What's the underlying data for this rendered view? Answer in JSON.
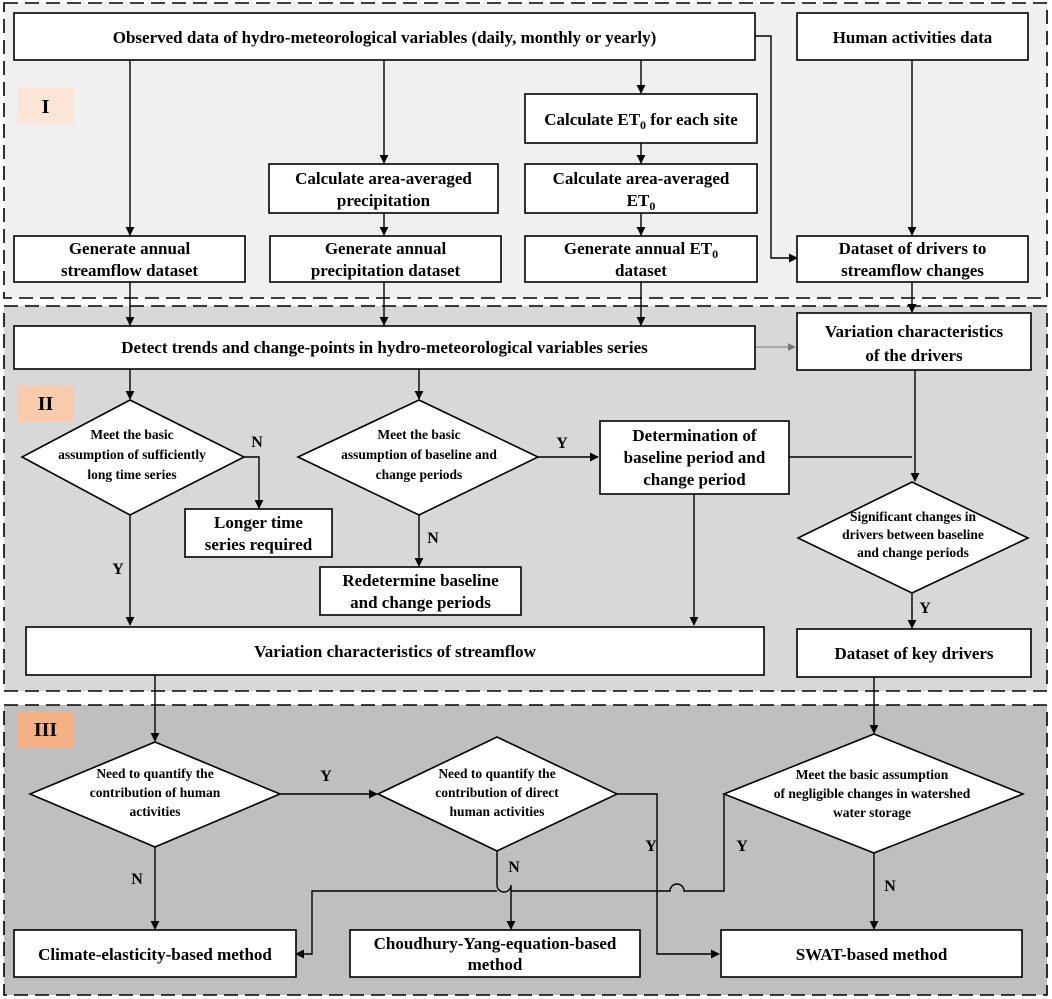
{
  "sections": {
    "s1": {
      "label": "I",
      "fill": "#f0f0f0",
      "badge": "#fbe5d6"
    },
    "s2": {
      "label": "II",
      "fill": "#d8d8d8",
      "badge": "#f8cbad"
    },
    "s3": {
      "label": "III",
      "fill": "#bfbfbf",
      "badge": "#f4b183"
    }
  },
  "boxes": {
    "observed": "Observed data of hydro-meteorological variables  (daily, monthly or yearly)",
    "human_data": "Human activities data",
    "calc_et0_site": {
      "main": "Calculate ET",
      "sub": "0",
      "tail": " for each site"
    },
    "area_precip": {
      "l1": "Calculate area-averaged",
      "l2": "precipitation"
    },
    "area_et0": {
      "l1": "Calculate area-averaged",
      "l2_main": "ET",
      "l2_sub": "0"
    },
    "gen_streamflow": {
      "l1": "Generate annual",
      "l2": "streamflow dataset"
    },
    "gen_precip": {
      "l1": "Generate  annual",
      "l2": "precipitation dataset"
    },
    "gen_et0": {
      "l1_main": "Generate  annual ET",
      "l1_sub": "0",
      "l2": "dataset"
    },
    "drivers_dataset": {
      "l1": "Dataset of drivers to",
      "l2": "streamflow changes"
    },
    "detect": "Detect trends and change-points in hydro-meteorological variables series",
    "var_drivers": {
      "l1": "Variation characteristics",
      "l2": "of the drivers"
    },
    "longer": {
      "l1": "Longer time",
      "l2": "series required"
    },
    "determination": {
      "l1": "Determination of",
      "l2": "baseline period and",
      "l3": "change period"
    },
    "redetermine": {
      "l1": "Redetermine baseline",
      "l2": "and change periods"
    },
    "var_streamflow": "Variation characteristics of streamflow",
    "key_drivers": "Dataset of key drivers",
    "climate": "Climate-elasticity-based method",
    "choudhury": {
      "l1": "Choudhury-Yang-equation-based",
      "l2": "method"
    },
    "swat": "SWAT-based method"
  },
  "diamonds": {
    "long_series": {
      "l1": "Meet the basic",
      "l2": "assumption of sufficiently",
      "l3": "long time series"
    },
    "baseline": {
      "l1": "Meet the basic",
      "l2": "assumption of baseline and",
      "l3": "change periods"
    },
    "significant": {
      "l1": "Significant changes in",
      "l2": "drivers between baseline",
      "l3": "and change periods"
    },
    "quantify_human": {
      "l1": "Need to quantify the",
      "l2": "contribution of human",
      "l3": "activities"
    },
    "quantify_direct": {
      "l1": "Need to quantify the",
      "l2": "contribution of direct",
      "l3": "human activities"
    },
    "storage": {
      "l1": "Meet the basic assumption",
      "l2": "of negligible changes in watershed",
      "l3": "water storage"
    }
  },
  "edge_labels": {
    "long_no": "N",
    "long_yes": "Y",
    "baseline_yes": "Y",
    "baseline_no": "N",
    "significant_yes": "Y",
    "human_yes": "Y",
    "human_no": "N",
    "direct_no": "N",
    "direct_yes": "Y",
    "storage_yes": "Y",
    "storage_no": "N"
  }
}
